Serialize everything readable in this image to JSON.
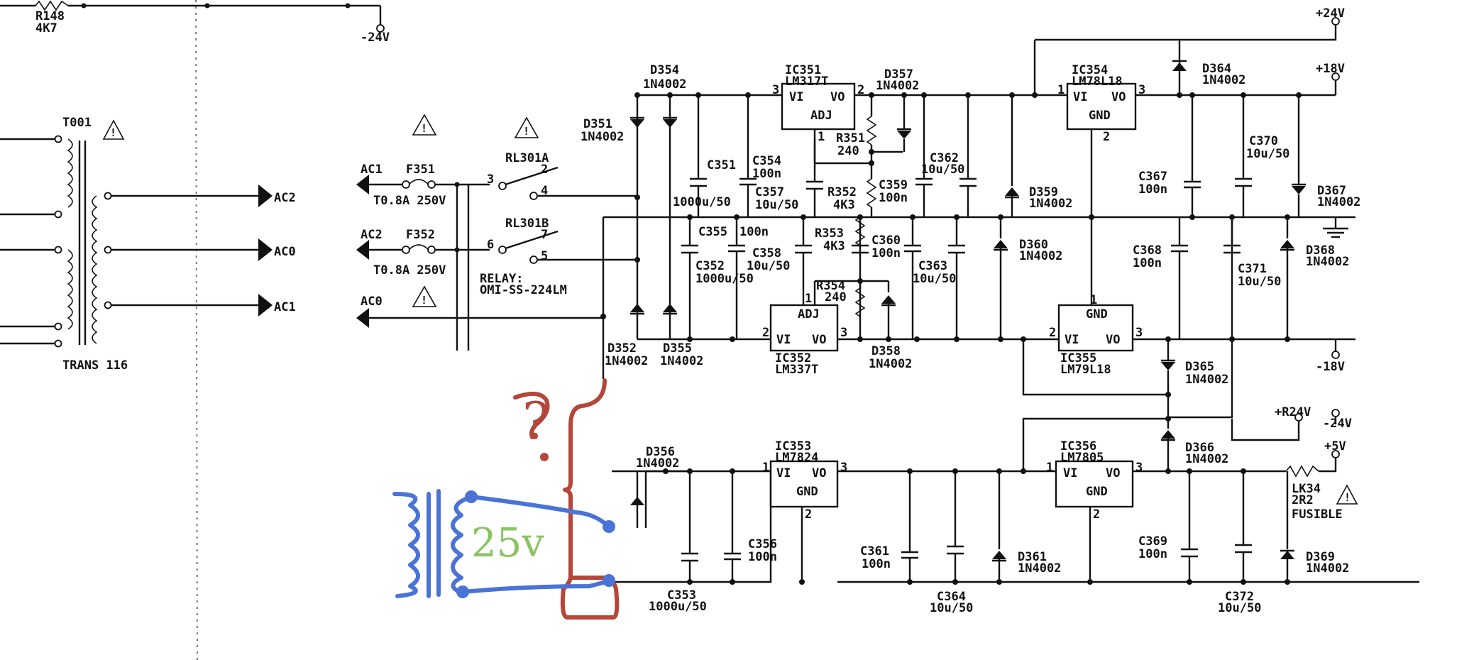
{
  "top": {
    "r148": "R148",
    "r148_val": "4K7",
    "neg24": "-24V"
  },
  "transformer": {
    "ref": "T001",
    "name": "TRANS 116",
    "out1": "AC2",
    "out2": "AC0",
    "out3": "AC1"
  },
  "inputs": {
    "ac1": "AC1",
    "f351": "F351",
    "f351_val": "T0.8A 250V",
    "ac2": "AC2",
    "f352": "F352",
    "f352_val": "T0.8A 250V",
    "ac0": "AC0",
    "rl301a": "RL301A",
    "rl301b": "RL301B",
    "relay": "RELAY:",
    "relay_part": "OMI-SS-224LM",
    "pin3": "3",
    "pin2": "2",
    "pin4": "4",
    "pin6": "6",
    "pin7": "7",
    "pin5": "5"
  },
  "diodes": {
    "d351": "D351",
    "d351_v": "1N4002",
    "d352": "D352",
    "d352_v": "1N4002",
    "d354": "D354",
    "d354_v": "1N4002",
    "d355": "D355",
    "d355_v": "1N4002",
    "d356": "D356",
    "d356_v": "1N4002",
    "d357": "D357",
    "d357_v": "1N4002",
    "d358": "D358",
    "d358_v": "1N4002",
    "d359": "D359",
    "d359_v": "1N4002",
    "d360": "D360",
    "d360_v": "1N4002",
    "d361": "D361",
    "d361_v": "1N4002",
    "d364": "D364",
    "d364_v": "1N4002",
    "d365": "D365",
    "d365_v": "1N4002",
    "d366": "D366",
    "d366_v": "1N4002",
    "d367": "D367",
    "d367_v": "1N4002",
    "d368": "D368",
    "d368_v": "1N4002",
    "d369": "D369",
    "d369_v": "1N4002"
  },
  "caps": {
    "c351": "C351",
    "c351_v": "1000u/50",
    "c352": "C352",
    "c352_v": "1000u/50",
    "c353": "C353",
    "c353_v": "1000u/50",
    "c354": "C354",
    "c354_v": "100n",
    "c355": "C355",
    "c355_v": "100n",
    "c356": "C356",
    "c356_v": "100n",
    "c357": "C357",
    "c357_v": "10u/50",
    "c358": "C358",
    "c358_v": "10u/50",
    "c359": "C359",
    "c359_v": "100n",
    "c360": "C360",
    "c360_v": "100n",
    "c361": "C361",
    "c361_v": "100n",
    "c362": "C362",
    "c362_v": "10u/50",
    "c363": "C363",
    "c363_v": "10u/50",
    "c364": "C364",
    "c364_v": "10u/50",
    "c367": "C367",
    "c367_v": "100n",
    "c368": "C368",
    "c368_v": "100n",
    "c369": "C369",
    "c369_v": "100n",
    "c370": "C370",
    "c370_v": "10u/50",
    "c371": "C371",
    "c371_v": "10u/50",
    "c372": "C372",
    "c372_v": "10u/50"
  },
  "resistors": {
    "r351": "R351",
    "r351_v": "240",
    "r352": "R352",
    "r352_v": "4K3",
    "r353": "R353",
    "r353_v": "4K3",
    "r354": "R354",
    "r354_v": "240",
    "lk34": "LK34",
    "lk34_v": "2R2",
    "lk34_note": "FUSIBLE"
  },
  "ics": {
    "ic351": "IC351",
    "ic351_p": "LM317T",
    "ic352": "IC352",
    "ic352_p": "LM337T",
    "ic353": "IC353",
    "ic353_p": "LM7824",
    "ic354": "IC354",
    "ic354_p": "LM78L18",
    "ic355": "IC355",
    "ic355_p": "LM79L18",
    "ic356": "IC356",
    "ic356_p": "LM7805",
    "vi": "VI",
    "vo": "VO",
    "gnd": "GND",
    "adj": "ADJ",
    "p1": "1",
    "p2": "2",
    "p3": "3"
  },
  "rails": {
    "p24": "+24V",
    "p18": "+18V",
    "n18": "-18V",
    "r24": "+R24V",
    "n24": "-24V",
    "p5": "+5V"
  },
  "handwritten": {
    "question": "?",
    "voltage": "25v"
  }
}
